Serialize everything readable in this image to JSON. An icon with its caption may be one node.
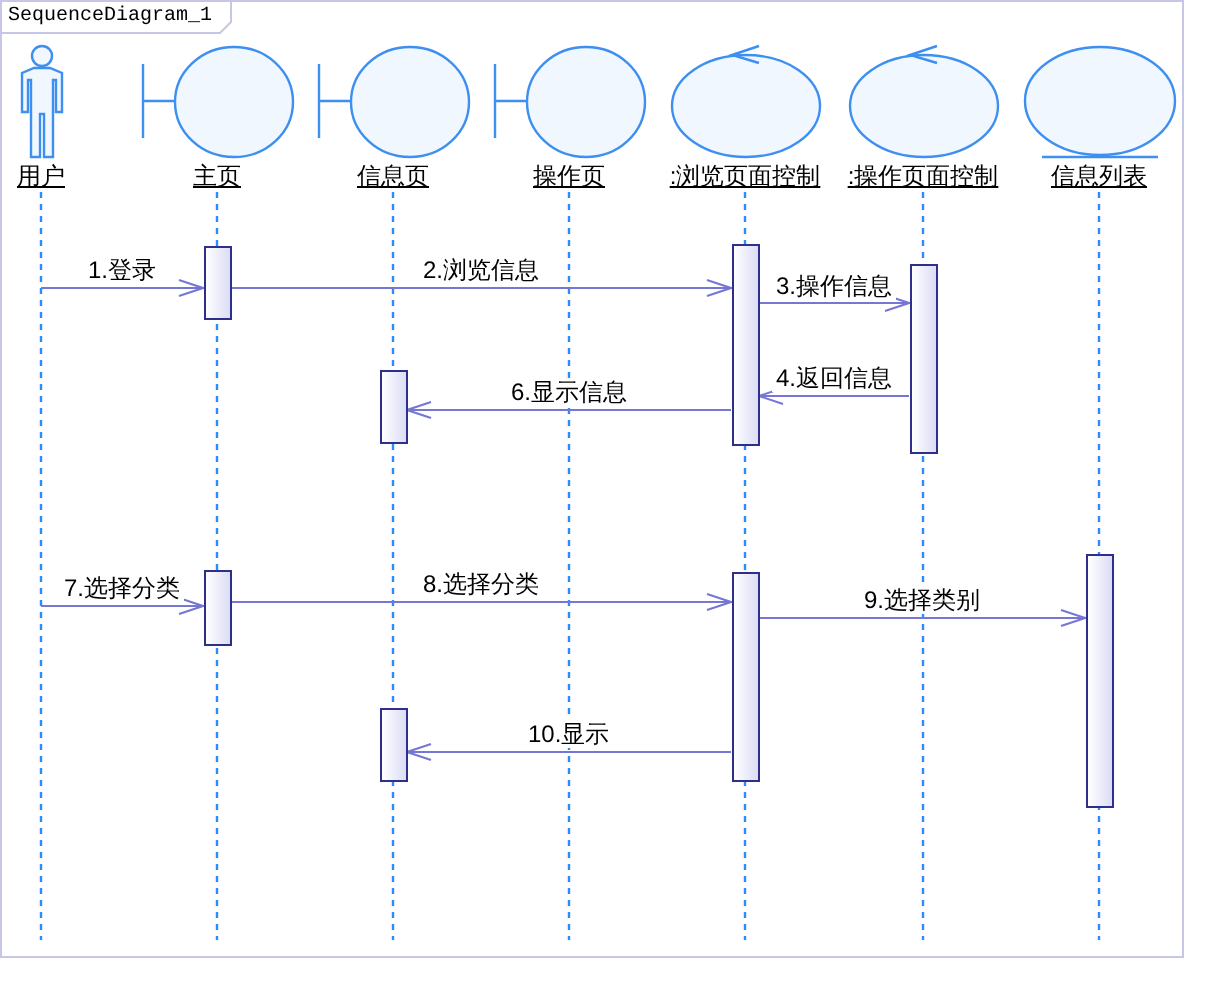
{
  "diagram": {
    "title": "SequenceDiagram_1",
    "nodes": [
      {
        "text": [
          "用户"
        ]
      },
      {
        "text": [
          "主页"
        ]
      },
      {
        "text": [
          "信息页"
        ]
      },
      {
        "text": [
          "操作页"
        ]
      },
      {
        "text": [
          ":浏览页面控制"
        ]
      },
      {
        "text": [
          ":操作页面控制"
        ]
      },
      {
        "text": [
          "信息列表"
        ]
      },
      {
        "text": [],
        "shape": "bar"
      },
      {
        "text": [],
        "shape": "bar"
      },
      {
        "text": [],
        "shape": "bar"
      },
      {
        "text": [],
        "shape": "bar"
      },
      {
        "text": [],
        "shape": "bar"
      },
      {
        "text": [],
        "shape": "bar"
      },
      {
        "text": [],
        "shape": "bar"
      },
      {
        "text": [],
        "shape": "bar"
      }
    ],
    "edges": [
      {
        "from": 0,
        "to": 7,
        "arrow": "to",
        "label": "1.登录"
      },
      {
        "from": 7,
        "to": 8,
        "arrow": "to",
        "label": "2.浏览信息"
      },
      {
        "from": 8,
        "to": 9,
        "arrow": "to",
        "label": "3.操作信息"
      },
      {
        "from": 9,
        "to": 8,
        "arrow": "to",
        "label": "4.返回信息"
      },
      {
        "from": 8,
        "to": 10,
        "arrow": "to",
        "label": "6.显示信息"
      },
      {
        "from": 0,
        "to": 11,
        "arrow": "to",
        "label": "7.选择分类"
      },
      {
        "from": 11,
        "to": 12,
        "arrow": "to",
        "label": "8.选择分类"
      },
      {
        "from": 12,
        "to": 13,
        "arrow": "to",
        "label": "9.选择类别"
      },
      {
        "from": 12,
        "to": 14,
        "arrow": "to",
        "label": "10.显示"
      }
    ]
  }
}
